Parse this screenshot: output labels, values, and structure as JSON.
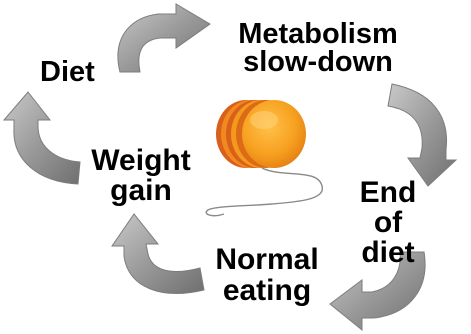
{
  "stages": {
    "diet": "Diet",
    "metabolism": "Metabolism\nslow-down",
    "end_of_diet": "End of\ndiet",
    "normal_eating": "Normal\neating",
    "weight_gain": "Weight\ngain"
  },
  "center_icon": "yo-yo-icon",
  "arrow_icon": "curved-arrow-icon",
  "colors": {
    "arrow": "#9a9a9a",
    "yoyo_face": "#f39a1c",
    "yoyo_rim": "#e3621a",
    "text": "#000000"
  }
}
